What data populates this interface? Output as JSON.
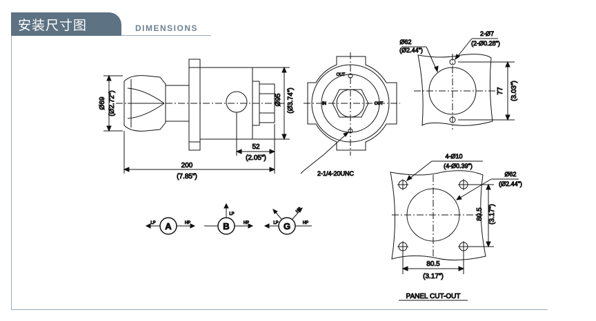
{
  "header": {
    "title": "安装尺寸图",
    "subtitle": "DIMENSIONS"
  },
  "side_view": {
    "dia_label": "Ø69",
    "dia_inch": "(Ø2.72\")",
    "dia2_label": "Ø95",
    "dia2_inch": "(Ø3.74\")",
    "len52": "52",
    "len52_inch": "(2.05\")",
    "len200": "200",
    "len200_inch": "(7.85\")"
  },
  "front_view": {
    "out_top": "OUT",
    "in": "IN",
    "out_right": "OUT",
    "thread": "2-1/4-20UNC"
  },
  "hole_view": {
    "dia62": "Ø62",
    "dia62_inch": "(Ø2.44\")",
    "holes": "2-Ø7",
    "holes_inch": "(2-Ø0.28\")",
    "h77": "77",
    "h77_inch": "(3.03\")"
  },
  "panel": {
    "holes": "4-Ø10",
    "holes_inch": "(4-Ø0.39\")",
    "dia62": "Ø62",
    "dia62_inch": "(Ø2.44\")",
    "v805": "80.5",
    "v805_inch": "(3.17\")",
    "h805": "80.5",
    "h805_inch": "(3.17\")",
    "caption": "PANEL CUT-OUT"
  },
  "types": {
    "a": "A",
    "b": "B",
    "g": "G",
    "lp": "LP",
    "hp": "HP"
  }
}
